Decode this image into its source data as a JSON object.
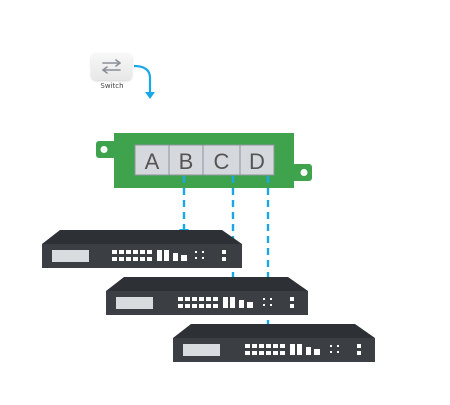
{
  "switch": {
    "label": "Switch",
    "icon": "switch-arrows-icon"
  },
  "splitter": {
    "color": "#3fa34d",
    "ports": [
      "A",
      "B",
      "C",
      "D"
    ]
  },
  "connection_color": "#1aa7e8",
  "device_color": "#3b3f44"
}
